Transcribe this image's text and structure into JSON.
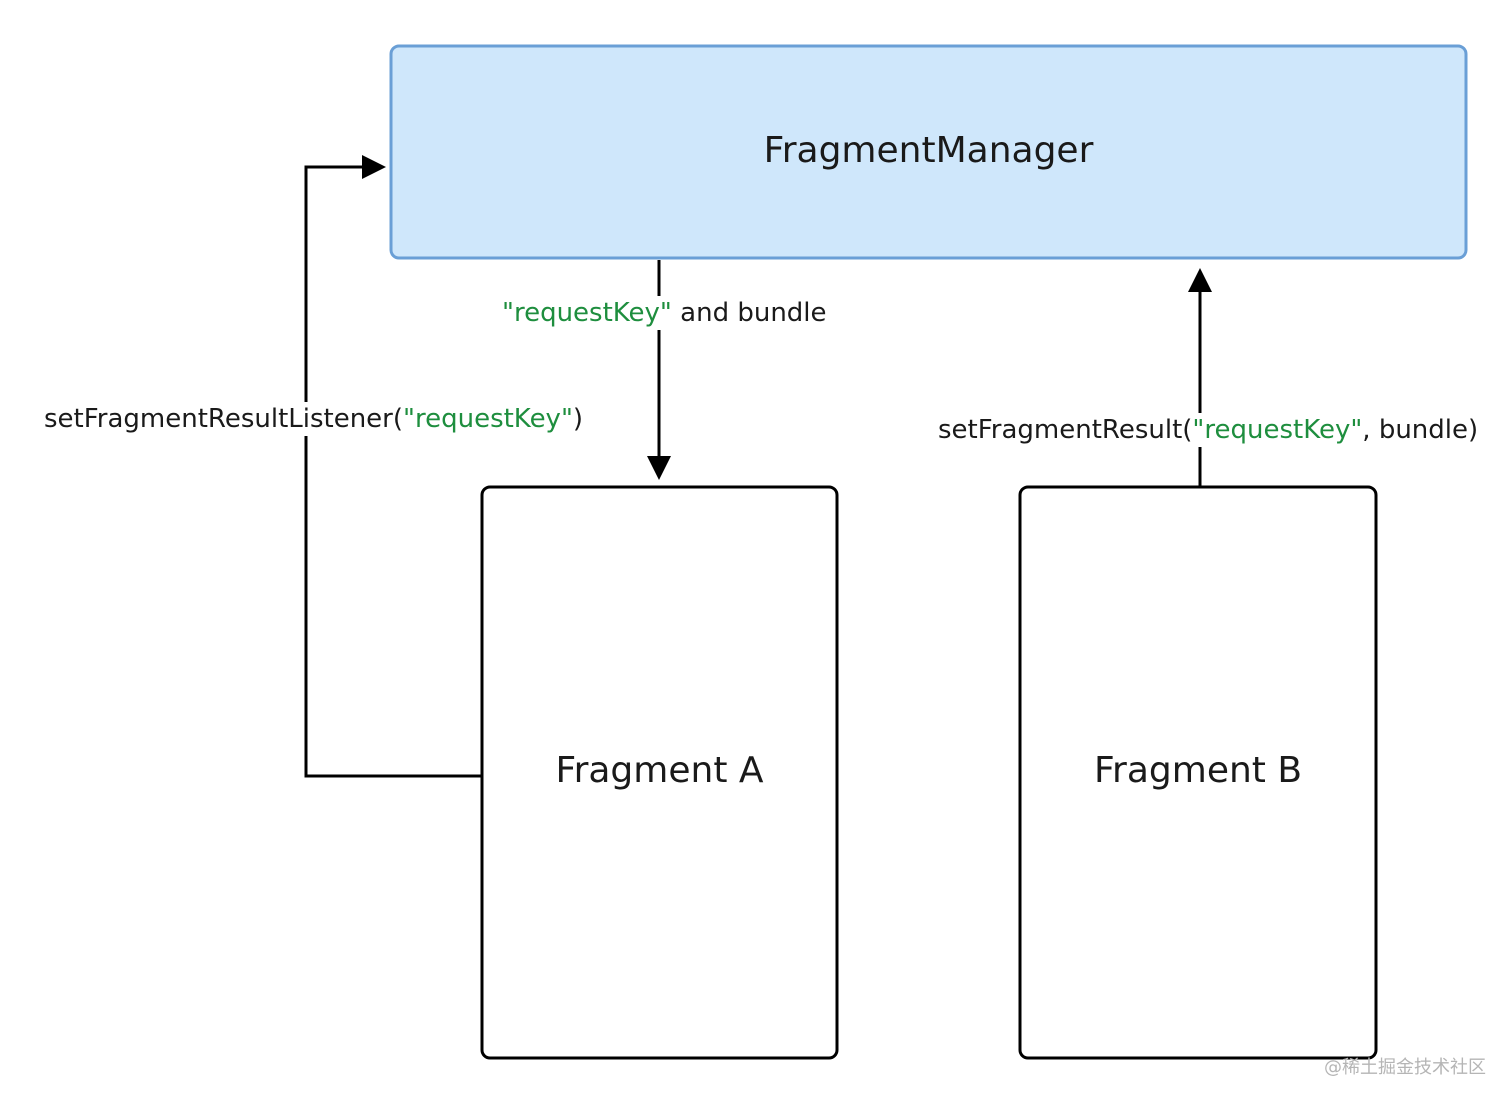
{
  "nodes": {
    "manager": {
      "label": "FragmentManager",
      "fill": "#cfe7fb",
      "stroke": "#6a9fd6"
    },
    "fragment_a": {
      "label": "Fragment A"
    },
    "fragment_b": {
      "label": "Fragment B"
    }
  },
  "edges": {
    "listener": {
      "prefix": "setFragmentResultListener(",
      "key": "\"requestKey\"",
      "suffix": ")"
    },
    "request": {
      "key": "\"requestKey\"",
      "suffix": " and bundle"
    },
    "result": {
      "prefix": "setFragmentResult(",
      "key": "\"requestKey\"",
      "suffix": ", bundle)"
    }
  },
  "colors": {
    "key_text": "#1e8e3e",
    "line": "#000000"
  },
  "watermark": "@稀土掘金技术社区"
}
